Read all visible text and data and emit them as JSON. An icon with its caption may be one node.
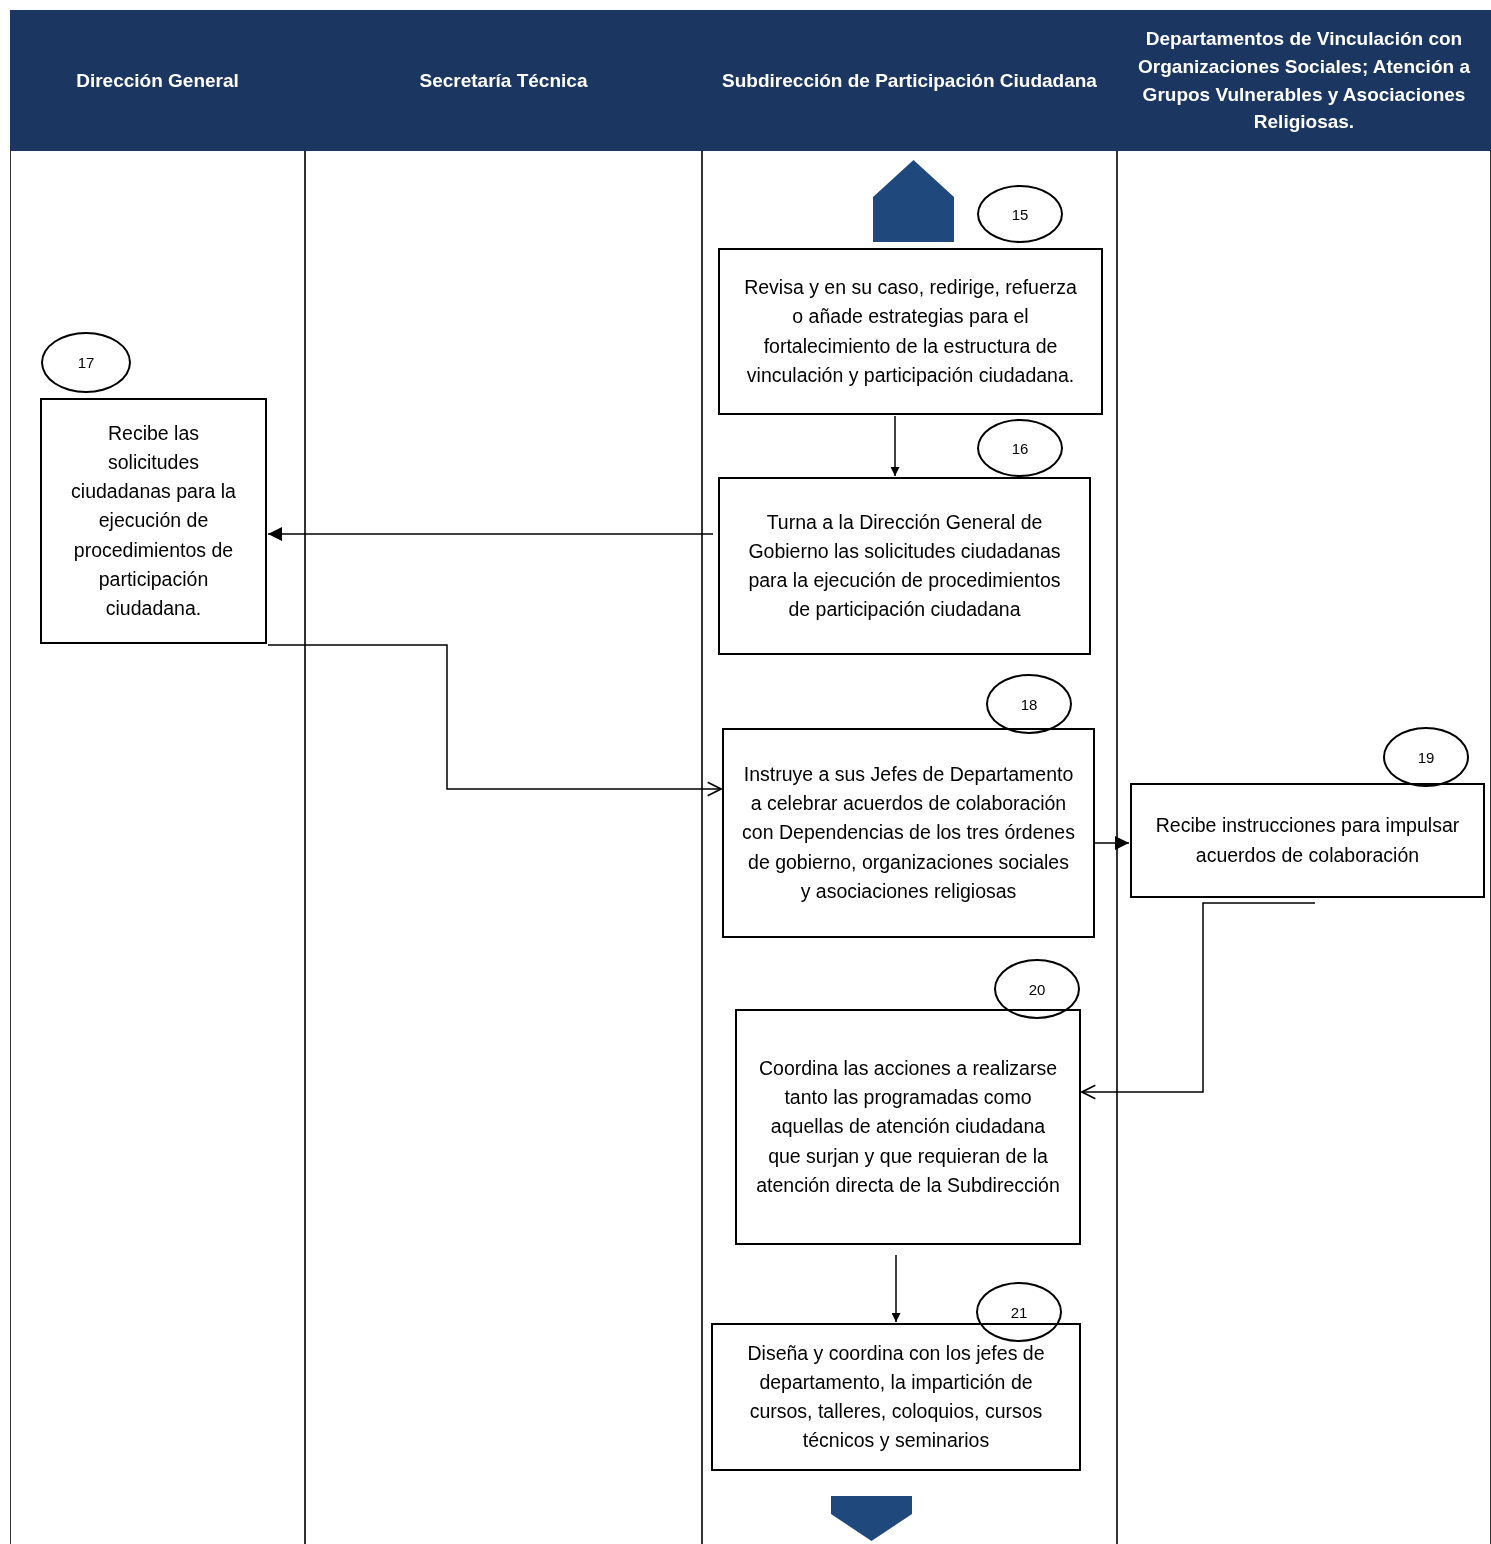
{
  "diagram": {
    "nodes": [
      {
        "text": [
          "Dirección General"
        ]
      },
      {
        "text": [
          "Secretaría Técnica"
        ]
      },
      {
        "text": [
          "Subdirección de Participación Ciudadana"
        ]
      },
      {
        "text": [
          "Departamentos de Vinculación con Organizaciones Sociales; Atención a Grupos Vulnerables y Asociaciones Religiosas."
        ]
      },
      {
        "text": [],
        "shape": "pentagon"
      },
      {
        "text": [
          "15"
        ]
      },
      {
        "text": [
          "Revisa y en su caso, redirige, refuerza o añade estrategias para el fortalecimiento de la estructura de vinculación y participación ciudadana."
        ]
      },
      {
        "text": [
          "17"
        ]
      },
      {
        "text": [
          "Recibe las solicitudes ciudadanas para la ejecución de procedimientos de participación ciudadana."
        ]
      },
      {
        "text": [
          "16"
        ]
      },
      {
        "text": [
          "Turna a la Dirección General de Gobierno las solicitudes ciudadanas para la ejecución de procedimientos de participación ciudadana"
        ]
      },
      {
        "text": [
          "18"
        ]
      },
      {
        "text": [
          "Instruye a sus Jefes de Departamento a celebrar acuerdos de colaboración con Dependencias de los tres órdenes de gobierno, organizaciones sociales y asociaciones religiosas"
        ]
      },
      {
        "text": [
          "19"
        ]
      },
      {
        "text": [
          "Recibe instrucciones para impulsar acuerdos de colaboración"
        ]
      },
      {
        "text": [
          "20"
        ]
      },
      {
        "text": [
          "Coordina las acciones a realizarse tanto las programadas como aquellas de atención ciudadana que surjan y que requieran de la atención directa de la Subdirección"
        ]
      },
      {
        "text": [
          "21"
        ]
      },
      {
        "text": [
          "Diseña y coordina con los jefes de departamento, la impartición de cursos, talleres, coloquios, cursos técnicos y seminarios"
        ]
      },
      {
        "text": [],
        "shape": "pentagon"
      }
    ],
    "edges": [
      {
        "from": 6,
        "to": 10,
        "arrow": "to"
      },
      {
        "from": 10,
        "to": 8,
        "arrow": "to"
      },
      {
        "from": 8,
        "to": 12,
        "arrow": "to"
      },
      {
        "from": 12,
        "to": 14,
        "arrow": "to"
      },
      {
        "from": 14,
        "to": 16,
        "arrow": "to"
      },
      {
        "from": 16,
        "to": 18,
        "arrow": "to"
      }
    ]
  }
}
